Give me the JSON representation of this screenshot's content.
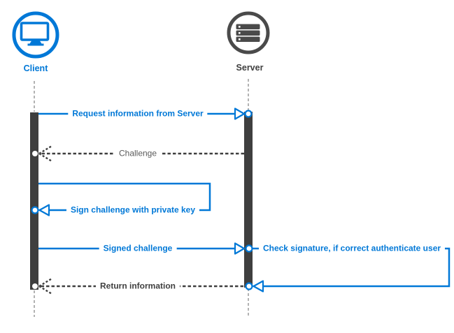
{
  "diagram": {
    "kind": "sequence-diagram",
    "actors": [
      {
        "name": "Client",
        "icon": "monitor-icon",
        "color": "#0078D7"
      },
      {
        "name": "Server",
        "icon": "server-stack-icon",
        "color": "#4A4A4A"
      }
    ],
    "messages": [
      {
        "label": "Request information from Server",
        "from": "Client",
        "to": "Server",
        "style": "solid-blue-arrow"
      },
      {
        "label": "Challenge",
        "from": "Server",
        "to": "Client",
        "style": "dashed-dark-arrow"
      },
      {
        "label": "Sign challenge with private key",
        "from": "Client",
        "to": "Client",
        "style": "solid-blue-self-loop"
      },
      {
        "label": "Signed challenge",
        "from": "Client",
        "to": "Server",
        "style": "solid-blue-arrow"
      },
      {
        "label": "Check signature, if correct authenticate user",
        "from": "Server",
        "to": "Server",
        "style": "solid-blue-self-loop"
      },
      {
        "label": "Return information",
        "from": "Server",
        "to": "Client",
        "style": "dashed-dark-arrow"
      }
    ],
    "colors": {
      "accent_blue": "#0078D7",
      "dark_gray": "#3F3F3F",
      "server_icon_gray": "#4A4A4A",
      "challenge_text_gray": "#595959",
      "lifeline_gray": "#B3B3B3",
      "background": "#FFFFFF"
    }
  }
}
